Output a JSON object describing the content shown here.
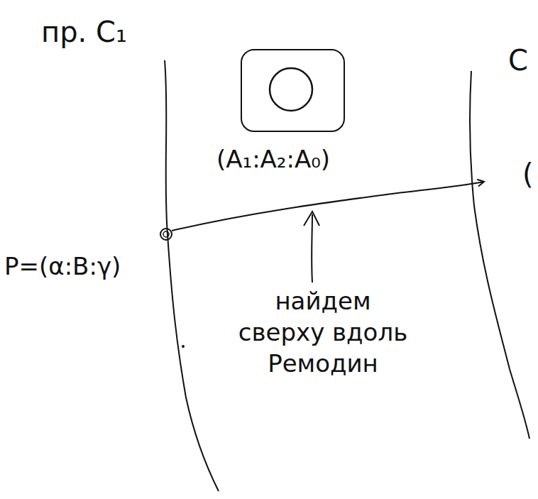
{
  "diagram": {
    "labels": [
      "пр. C₁",
      "(A₁:A₂:A₀)",
      "P=(α:B:γ)",
      "найдем сверху вдоль Ремодин",
      "C",
      "("
    ]
  }
}
